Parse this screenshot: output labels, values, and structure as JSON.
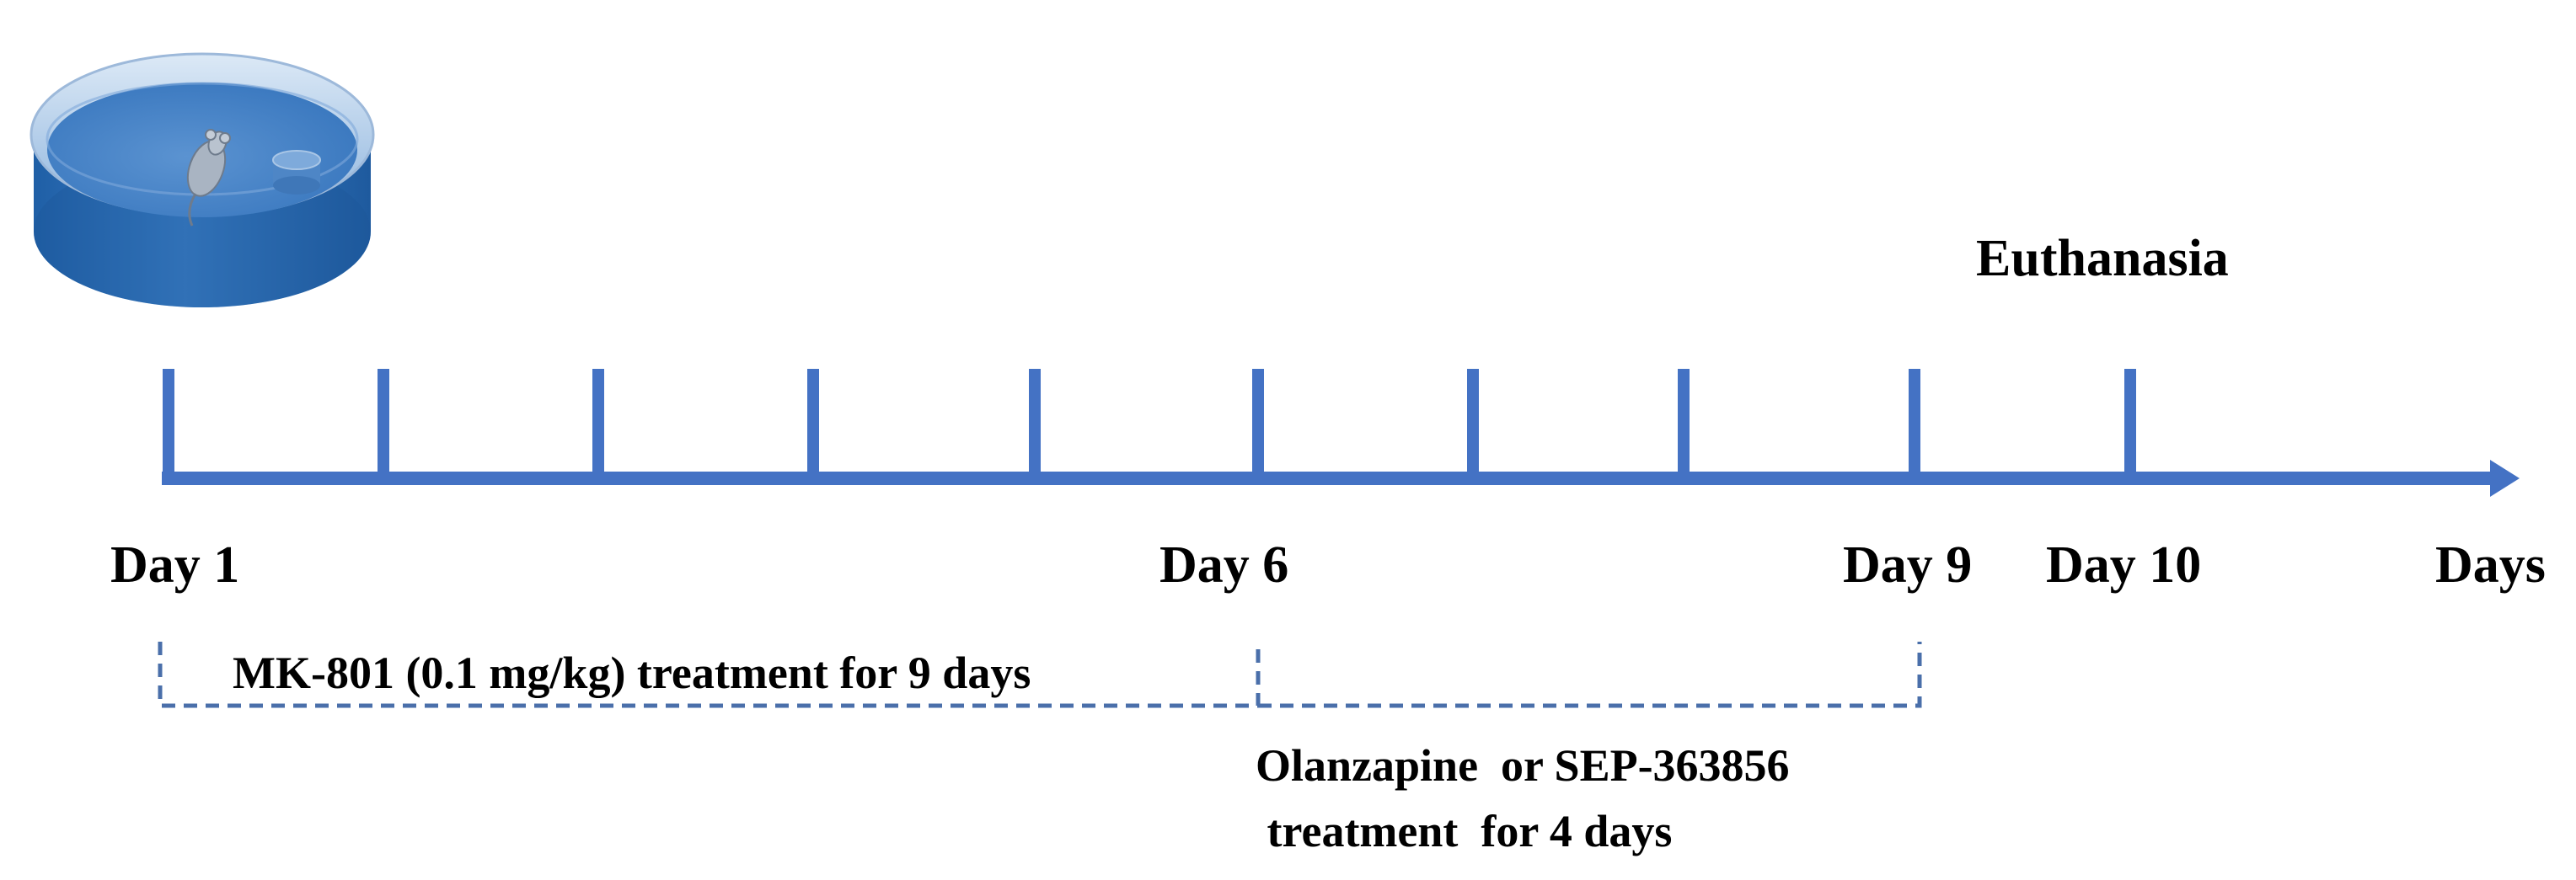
{
  "colors": {
    "axis": "#4472C4",
    "dash": "#4A6FAA",
    "text": "#000000",
    "dish_light": "#6FA0D8",
    "dish_dark": "#2F6CB0"
  },
  "timeline": {
    "tick_count": 10,
    "days": [
      {
        "label": "Day 1"
      },
      {
        "label": "Day 6"
      },
      {
        "label": "Day 9"
      },
      {
        "label": "Day 10"
      }
    ],
    "axis_label": "Days",
    "event_label": "Euthanasia"
  },
  "treatments": {
    "mk801": "MK-801 (0.1 mg/kg) treatment for 9 days",
    "drug_line1": "Olanzapine  or SEP-363856",
    "drug_line2": " treatment  for 4 days"
  },
  "icons": {
    "dish": "water-maze-dish-icon",
    "mouse": "mouse-icon",
    "platform": "platform-icon"
  }
}
